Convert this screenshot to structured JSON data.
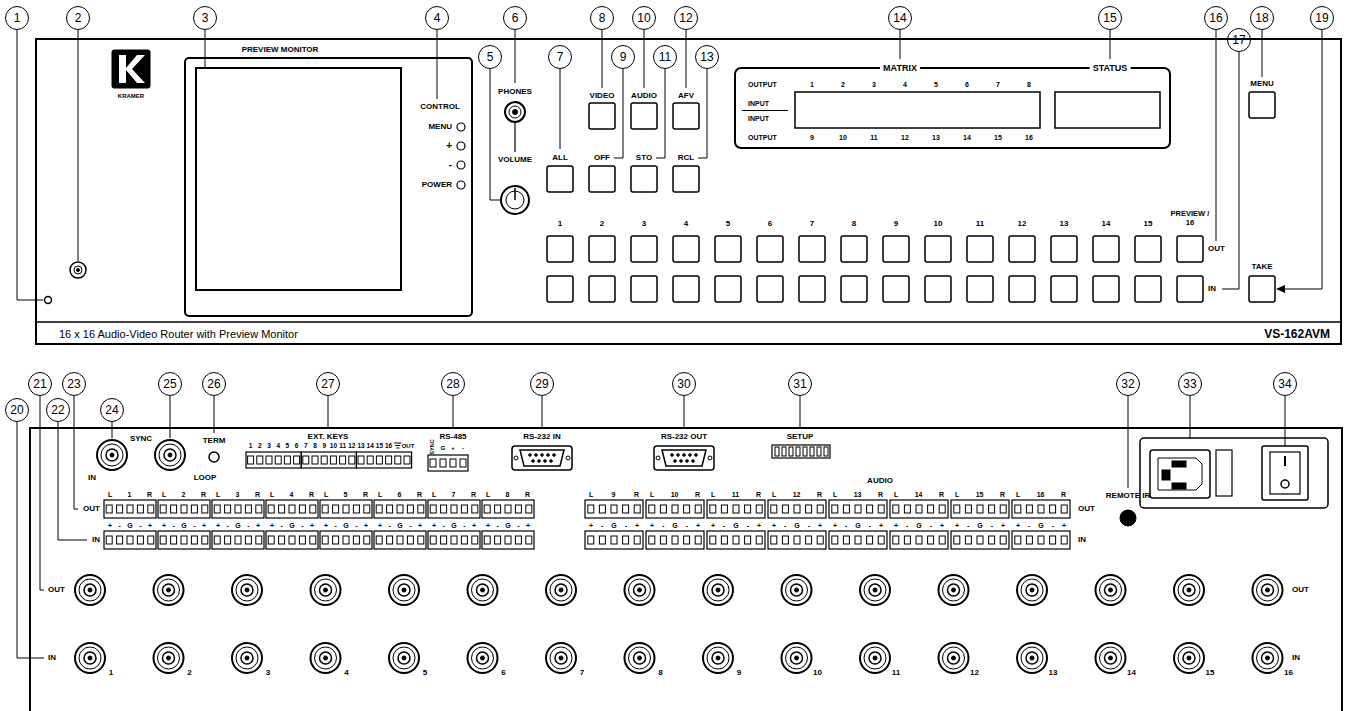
{
  "diagram": {
    "nodes": [
      {
        "text": [
          "1"
        ]
      },
      {
        "text": [
          "2"
        ]
      },
      {
        "text": [
          "3"
        ]
      },
      {
        "text": [
          "4"
        ]
      },
      {
        "text": [
          "5"
        ]
      },
      {
        "text": [
          "6"
        ]
      },
      {
        "text": [
          "7"
        ]
      },
      {
        "text": [
          "8"
        ]
      },
      {
        "text": [
          "9"
        ]
      },
      {
        "text": [
          "10"
        ]
      },
      {
        "text": [
          "11"
        ]
      },
      {
        "text": [
          "12"
        ]
      },
      {
        "text": [
          "13"
        ]
      },
      {
        "text": [
          "14"
        ]
      },
      {
        "text": [
          "15"
        ]
      },
      {
        "text": [
          "16"
        ]
      },
      {
        "text": [
          "17"
        ]
      },
      {
        "text": [
          "18"
        ]
      },
      {
        "text": [
          "19"
        ]
      },
      {
        "text": [
          "20"
        ]
      },
      {
        "text": [
          "21"
        ]
      },
      {
        "text": [
          "22"
        ]
      },
      {
        "text": [
          "23"
        ]
      },
      {
        "text": [
          "24"
        ]
      },
      {
        "text": [
          "25"
        ]
      },
      {
        "text": [
          "26"
        ]
      },
      {
        "text": [
          "27"
        ]
      },
      {
        "text": [
          "28"
        ]
      },
      {
        "text": [
          "29"
        ]
      },
      {
        "text": [
          "30"
        ]
      },
      {
        "text": [
          "31"
        ]
      },
      {
        "text": [
          "32"
        ]
      },
      {
        "text": [
          "33"
        ]
      },
      {
        "text": [
          "34"
        ]
      },
      {
        "text": [
          "16 x 16 Audio-Video Router with Preview Monitor",
          "VS-162AVM"
        ]
      }
    ],
    "labels": [
      "PREVIEW MONITOR",
      "CONTROL",
      "MENU",
      "+",
      "-",
      "POWER",
      "KRAMER",
      "PHONES",
      "VOLUME",
      "VIDEO",
      "AUDIO",
      "AFV",
      "ALL",
      "OFF",
      "STO",
      "RCL",
      "MATRIX",
      "STATUS",
      "OUTPUT",
      "1",
      "2",
      "3",
      "4",
      "5",
      "6",
      "7",
      "8",
      "INPUT",
      "INPUT",
      "OUTPUT",
      "9",
      "10",
      "11",
      "12",
      "13",
      "14",
      "15",
      "16",
      "MENU",
      "1",
      "2",
      "3",
      "4",
      "5",
      "6",
      "7",
      "8",
      "9",
      "10",
      "11",
      "12",
      "13",
      "14",
      "15",
      "PREVIEW / 16",
      "OUT",
      "IN",
      "TAKE",
      "SYNC",
      "IN",
      "LOOP",
      "TERM",
      "EXT. KEYS",
      "1",
      "2",
      "3",
      "4",
      "5",
      "6",
      "7",
      "8",
      "9",
      "10",
      "11",
      "12",
      "13",
      "14",
      "15",
      "16",
      "OUT",
      "RS-485",
      "SYNC",
      "G",
      "+",
      "-",
      "RS-232 IN",
      "RS-232 OUT",
      "SETUP",
      "AUDIO",
      "REMOTE IR",
      "OUT",
      "IN",
      "L 1 R",
      "L 2 R",
      "L 3 R",
      "L 4 R",
      "L 5 R",
      "L 6 R",
      "L 7 R",
      "L 8 R",
      "L 9 R",
      "L 10 R",
      "L 11 R",
      "L 12 R",
      "L 13 R",
      "L 14 R",
      "L 15 R",
      "L 16 R",
      "+ - G - +",
      "+ - G - +",
      "+ - G - +",
      "+ - G - +",
      "+ - G - +",
      "+ - G - +",
      "+ - G - +",
      "+ - G - +",
      "+ - G - +",
      "+ - G - +",
      "+ - G - +",
      "+ - G - +",
      "+ - G - +",
      "+ - G - +",
      "+ - G - +",
      "+ - G - +",
      "OUT",
      "IN",
      "OUT",
      "IN",
      "1",
      "2",
      "3",
      "4",
      "5",
      "6",
      "7",
      "8",
      "9",
      "10",
      "11",
      "12",
      "13",
      "14",
      "15",
      "16",
      "OUT",
      "IN"
    ]
  }
}
